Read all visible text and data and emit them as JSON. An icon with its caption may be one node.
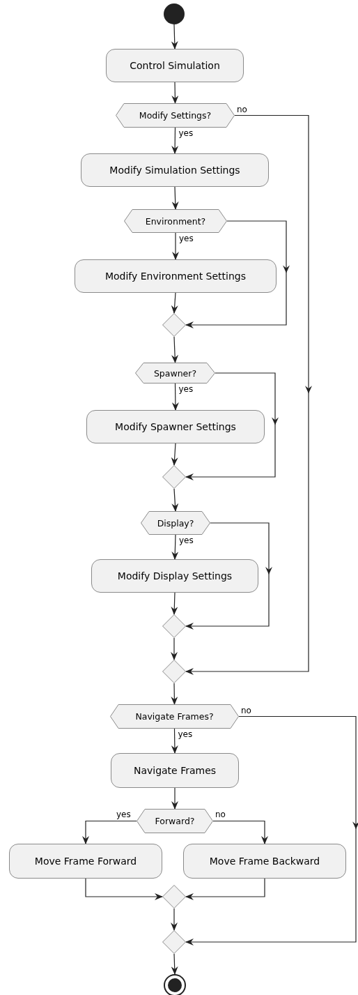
{
  "diagram": {
    "nodes": [
      {
        "text": [],
        "shape": "circle"
      },
      {
        "text": [
          "Control Simulation"
        ]
      },
      {
        "text": [
          "Modify Settings?"
        ]
      },
      {
        "text": [
          "Modify Simulation Settings"
        ]
      },
      {
        "text": [
          "Environment?"
        ]
      },
      {
        "text": [
          "Modify Environment Settings"
        ]
      },
      {
        "text": [],
        "shape": "diamond"
      },
      {
        "text": [
          "Spawner?"
        ]
      },
      {
        "text": [
          "Modify Spawner Settings"
        ]
      },
      {
        "text": [],
        "shape": "diamond"
      },
      {
        "text": [
          "Display?"
        ]
      },
      {
        "text": [
          "Modify Display Settings"
        ]
      },
      {
        "text": [],
        "shape": "diamond"
      },
      {
        "text": [],
        "shape": "diamond"
      },
      {
        "text": [
          "Navigate Frames?"
        ]
      },
      {
        "text": [
          "Navigate Frames"
        ]
      },
      {
        "text": [
          "Forward?"
        ]
      },
      {
        "text": [
          "Move Frame Forward"
        ]
      },
      {
        "text": [
          "Move Frame Backward"
        ]
      },
      {
        "text": [],
        "shape": "diamond"
      },
      {
        "text": [],
        "shape": "diamond"
      },
      {
        "text": [],
        "shape": "circle"
      }
    ],
    "edges": [
      {
        "from": 0,
        "to": 1,
        "arrow": "to"
      },
      {
        "from": 1,
        "to": 2,
        "arrow": "to"
      },
      {
        "from": 2,
        "to": 3,
        "arrow": "to",
        "label": "yes"
      },
      {
        "from": 2,
        "to": 13,
        "arrow": "to",
        "label": "no"
      },
      {
        "from": 3,
        "to": 4,
        "arrow": "to"
      },
      {
        "from": 4,
        "to": 5,
        "arrow": "to",
        "label": "yes"
      },
      {
        "from": 4,
        "to": 6,
        "arrow": "to"
      },
      {
        "from": 5,
        "to": 6,
        "arrow": "to"
      },
      {
        "from": 6,
        "to": 7,
        "arrow": "to"
      },
      {
        "from": 7,
        "to": 8,
        "arrow": "to",
        "label": "yes"
      },
      {
        "from": 7,
        "to": 9,
        "arrow": "to"
      },
      {
        "from": 8,
        "to": 9,
        "arrow": "to"
      },
      {
        "from": 9,
        "to": 10,
        "arrow": "to"
      },
      {
        "from": 10,
        "to": 11,
        "arrow": "to",
        "label": "yes"
      },
      {
        "from": 10,
        "to": 12,
        "arrow": "to"
      },
      {
        "from": 11,
        "to": 12,
        "arrow": "to"
      },
      {
        "from": 12,
        "to": 13,
        "arrow": "to"
      },
      {
        "from": 13,
        "to": 14,
        "arrow": "to"
      },
      {
        "from": 14,
        "to": 15,
        "arrow": "to",
        "label": "yes"
      },
      {
        "from": 14,
        "to": 20,
        "arrow": "to",
        "label": "no"
      },
      {
        "from": 15,
        "to": 16,
        "arrow": "to"
      },
      {
        "from": 16,
        "to": 17,
        "arrow": "to",
        "label": "yes"
      },
      {
        "from": 16,
        "to": 18,
        "arrow": "to",
        "label": "no"
      },
      {
        "from": 17,
        "to": 19,
        "arrow": "to"
      },
      {
        "from": 18,
        "to": 19,
        "arrow": "to"
      },
      {
        "from": 19,
        "to": 20,
        "arrow": "to"
      },
      {
        "from": 20,
        "to": 21,
        "arrow": "to"
      }
    ]
  }
}
